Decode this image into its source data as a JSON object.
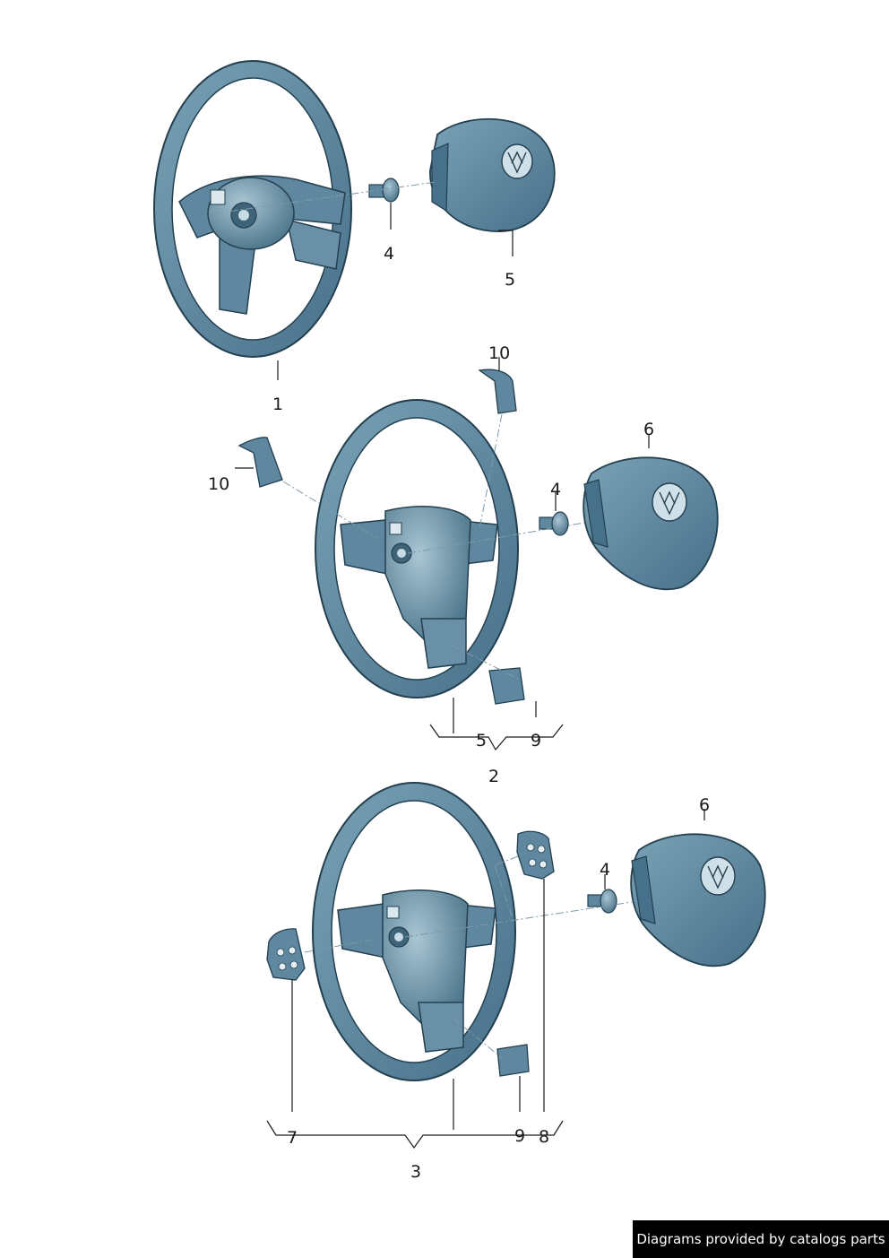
{
  "callouts": {
    "c1": "1",
    "c2": "2",
    "c3": "3",
    "c4a": "4",
    "c4b": "4",
    "c4c": "4",
    "c5a": "5",
    "c5b": "5",
    "c6a": "6",
    "c6b": "6",
    "c7": "7",
    "c8": "8",
    "c9a": "9",
    "c9b": "9",
    "c10a": "10",
    "c10b": "10"
  },
  "footer": {
    "text": "Diagrams provided by catalogs parts"
  },
  "colors": {
    "part_fill": "#5f88a0",
    "part_dark": "#3d6478",
    "part_light": "#8fb2c4",
    "line": "#1a1a1a",
    "footer_bg": "#000000",
    "footer_text": "#ffffff"
  }
}
